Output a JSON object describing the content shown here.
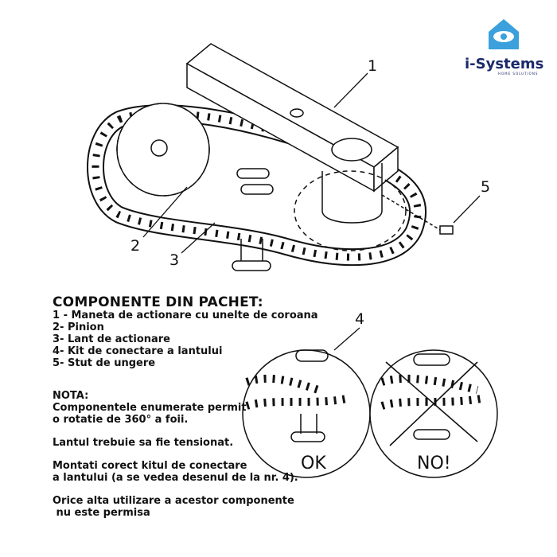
{
  "logo": {
    "name": "i-Systems",
    "tagline": "HOME SOLUTIONS",
    "color": "#3ba0dc"
  },
  "callouts": [
    "1",
    "2",
    "3",
    "4",
    "5"
  ],
  "heading": "COMPONENTE DIN PACHET:",
  "components": [
    "1 - Maneta de actionare cu unelte de coroana",
    "2- Pinion",
    "3- Lant de actionare",
    "4- Kit de conectare a lantului",
    "5- Stut de ungere"
  ],
  "notes": {
    "label": "NOTA:",
    "lines": [
      "Componentele enumerate permit",
      "o rotatie de 360° a foii.",
      "Lantul trebuie sa fie tensionat.",
      "Montati corect kitul de conectare",
      "a lantului (a se vedea desenul de la nr. 4).",
      "Orice alta utilizare a acestor componente",
      " nu este permisa"
    ]
  },
  "detail": {
    "ok_label": "OK",
    "wrong_label": "NO!"
  }
}
